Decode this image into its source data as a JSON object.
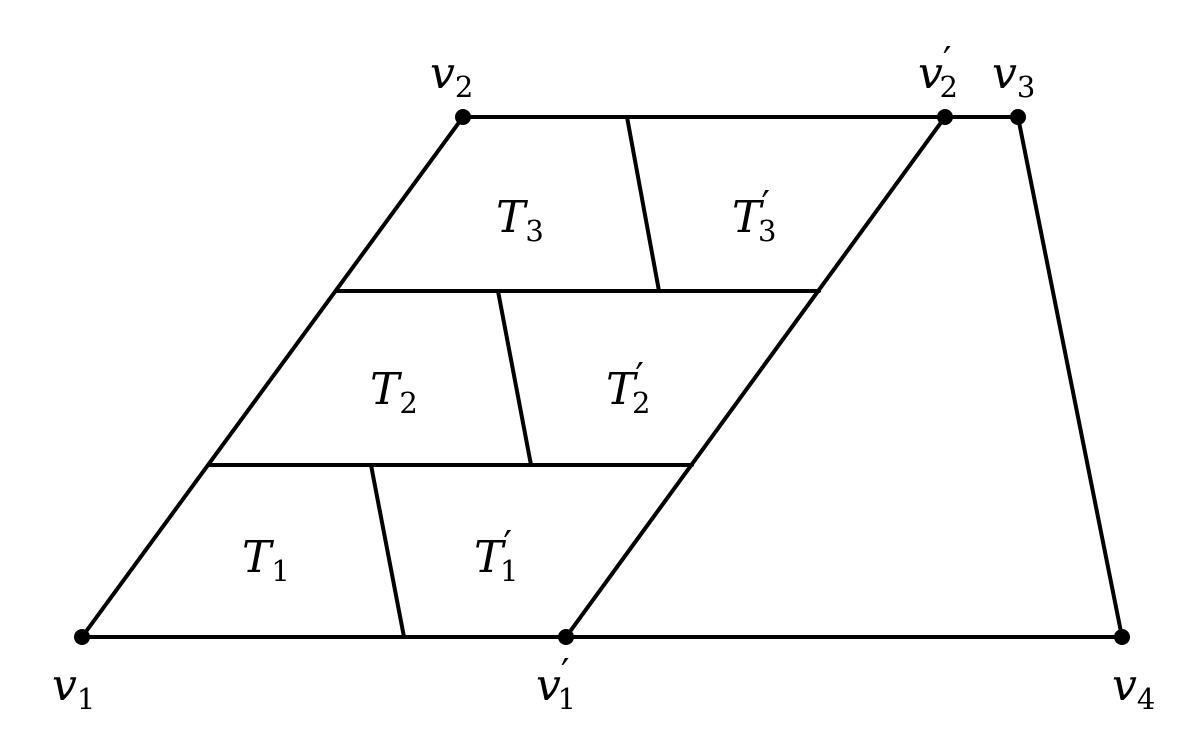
{
  "vertices": [
    {
      "id": "v1",
      "base": "v",
      "sub": "1",
      "prime": ""
    },
    {
      "id": "v2",
      "base": "v",
      "sub": "2",
      "prime": ""
    },
    {
      "id": "v2p",
      "base": "v",
      "sub": "2",
      "prime": "′"
    },
    {
      "id": "v3",
      "base": "v",
      "sub": "3",
      "prime": ""
    },
    {
      "id": "v4",
      "base": "v",
      "sub": "4",
      "prime": ""
    },
    {
      "id": "v1p",
      "base": "v",
      "sub": "1",
      "prime": "′"
    }
  ],
  "regions": [
    {
      "id": "T3",
      "base": "T",
      "sub": "3",
      "prime": ""
    },
    {
      "id": "T3p",
      "base": "T",
      "sub": "3",
      "prime": "′"
    },
    {
      "id": "T2",
      "base": "T",
      "sub": "2",
      "prime": ""
    },
    {
      "id": "T2p",
      "base": "T",
      "sub": "2",
      "prime": "′"
    },
    {
      "id": "T1",
      "base": "T",
      "sub": "1",
      "prime": ""
    },
    {
      "id": "T1p",
      "base": "T",
      "sub": "1",
      "prime": "′"
    }
  ]
}
